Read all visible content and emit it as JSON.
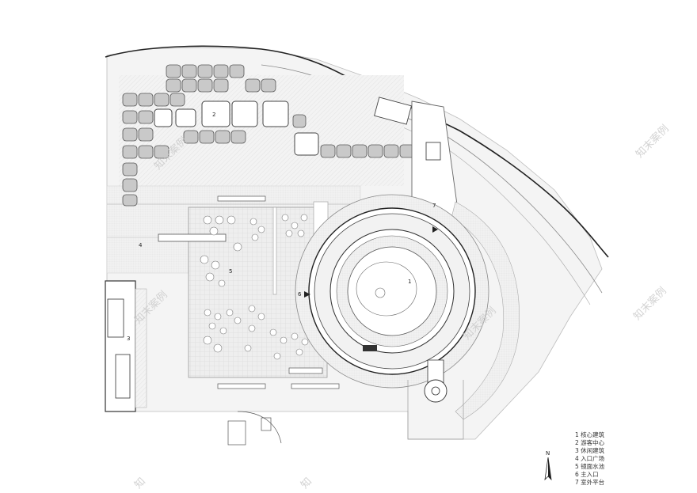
{
  "labels": {
    "core_building": "1",
    "visitor_center": "2",
    "leisure_building": "3",
    "entrance_plaza": "4",
    "mirror_pool": "5",
    "main_entrance": "6",
    "outdoor_platform": "7"
  },
  "legend": [
    "1 核心建筑",
    "2 游客中心",
    "3 休闲建筑",
    "4 入口广场",
    "5 镜面水池",
    "6 主入口",
    "7 室外平台"
  ],
  "north_label": "N",
  "watermarks": [
    "知末案例",
    "知末案例",
    "知末案例",
    "知末案例",
    "知末案例",
    "知",
    "知"
  ]
}
